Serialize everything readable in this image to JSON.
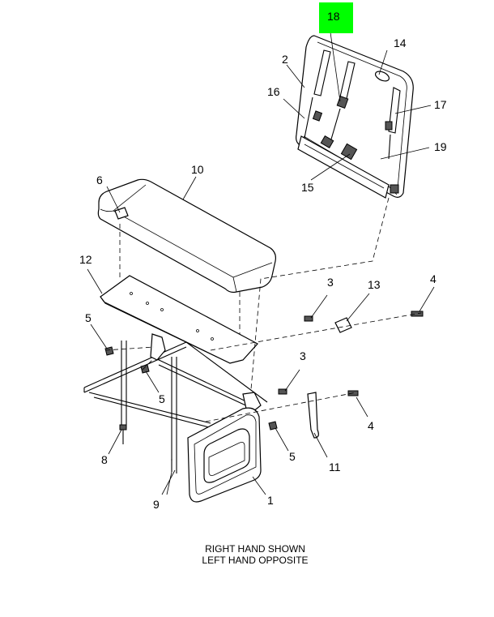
{
  "callouts": {
    "c1": "1",
    "c2": "2",
    "c3a": "3",
    "c3b": "3",
    "c4a": "4",
    "c4b": "4",
    "c5a": "5",
    "c5b": "5",
    "c5c": "5",
    "c6": "6",
    "c8": "8",
    "c9": "9",
    "c10": "10",
    "c11": "11",
    "c12": "12",
    "c13": "13",
    "c14": "14",
    "c15": "15",
    "c16": "16",
    "c17": "17",
    "c18": "18",
    "c19": "19"
  },
  "highlight_color": "#00ff00",
  "caption": {
    "line1": "RIGHT HAND SHOWN",
    "line2": "LEFT HAND OPPOSITE"
  }
}
